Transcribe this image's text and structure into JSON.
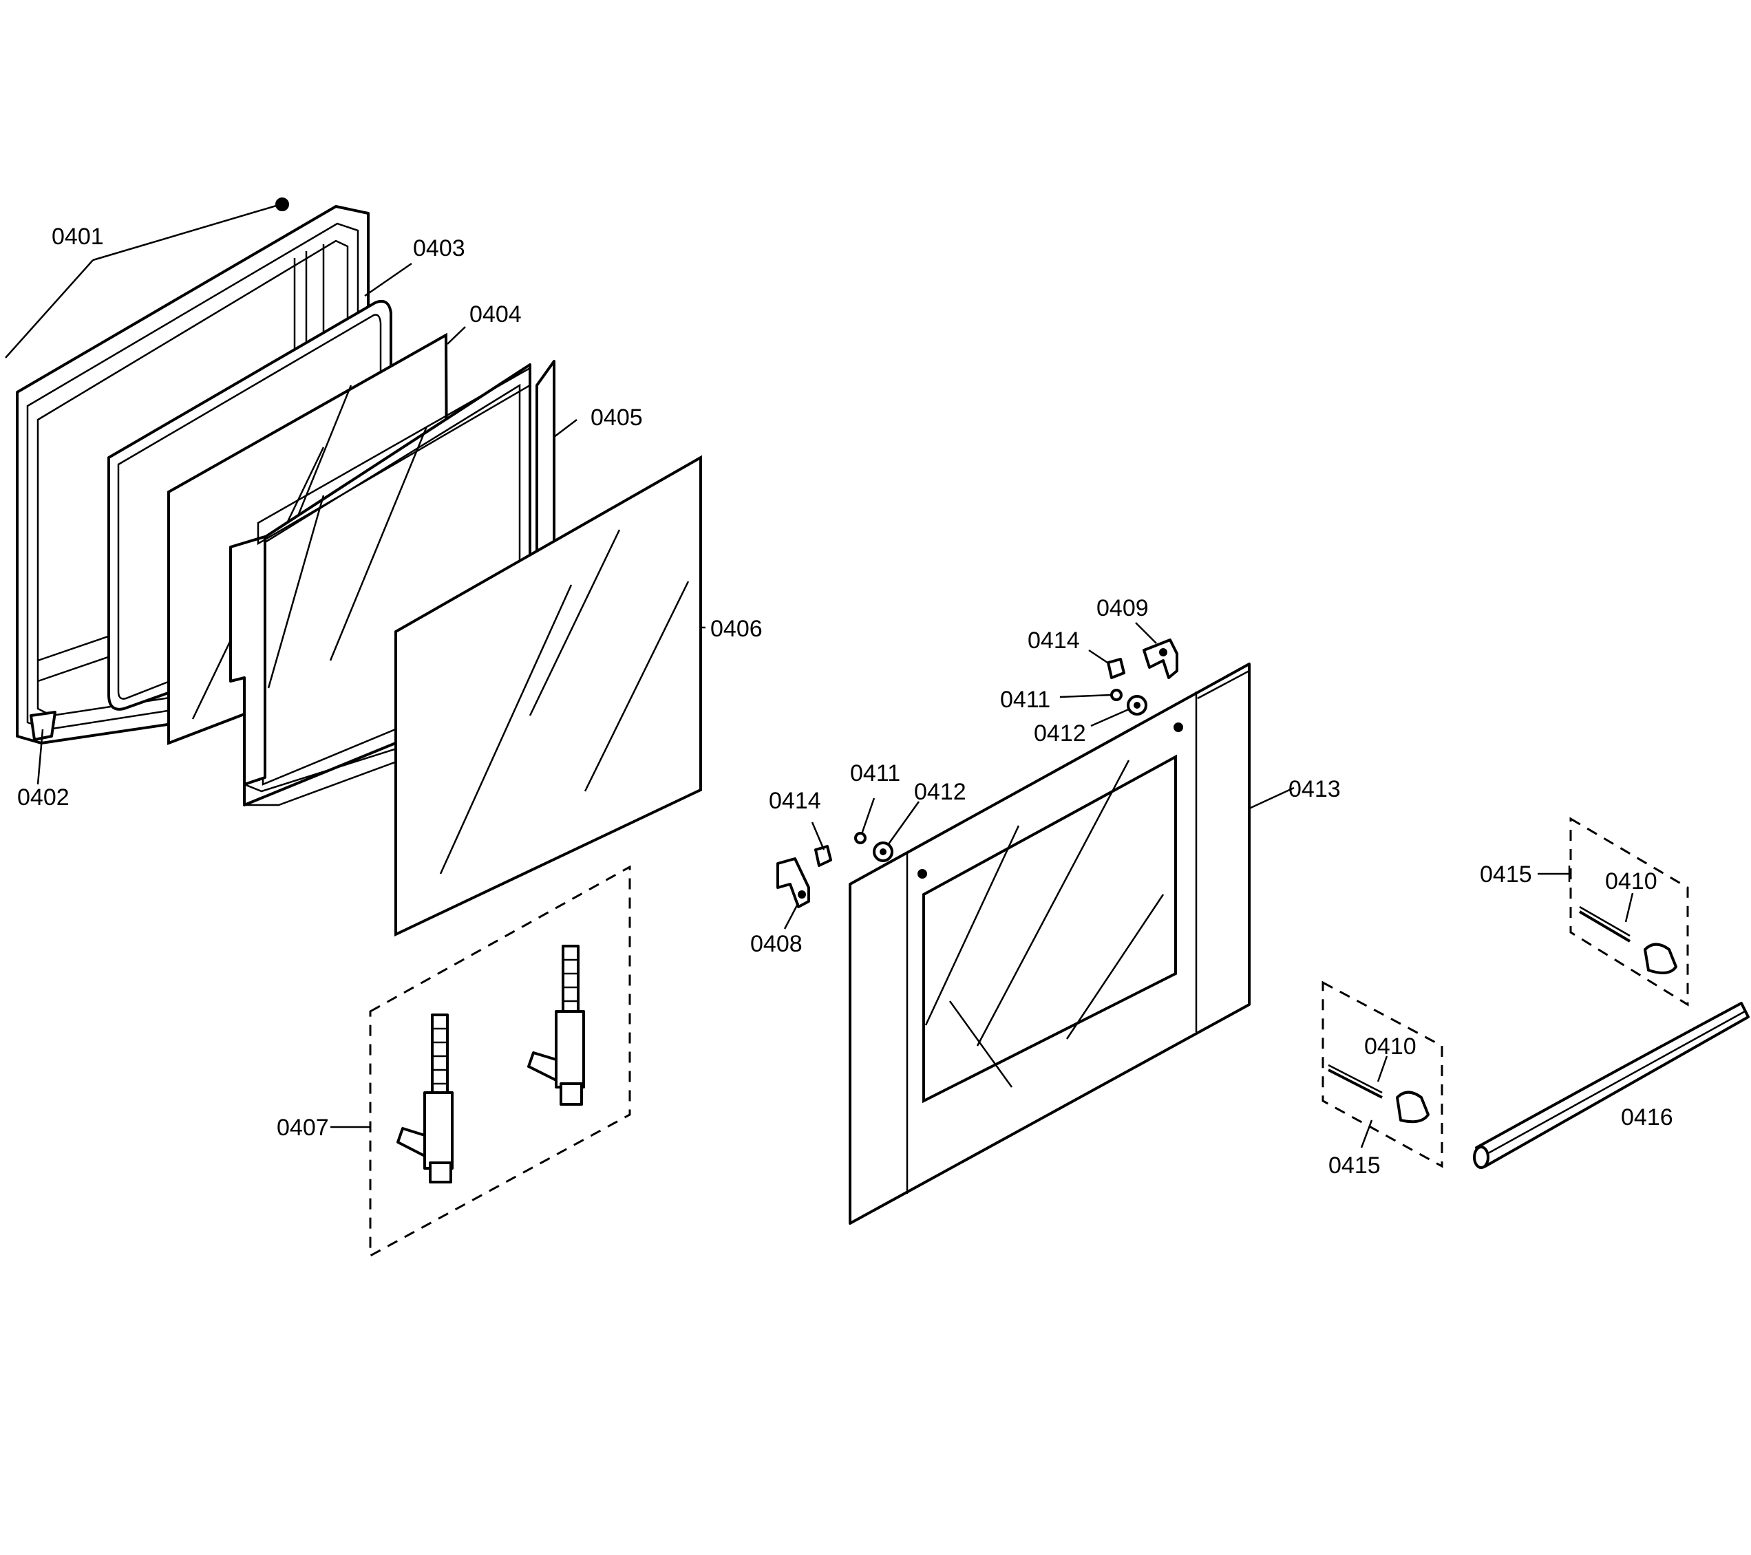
{
  "callouts": {
    "c0401": "0401",
    "c0402": "0402",
    "c0403": "0403",
    "c0404": "0404",
    "c0405": "0405",
    "c0406": "0406",
    "c0407": "0407",
    "c0408": "0408",
    "c0409": "0409",
    "c0410a": "0410",
    "c0410b": "0410",
    "c0411a": "0411",
    "c0411b": "0411",
    "c0412a": "0412",
    "c0412b": "0412",
    "c0413": "0413",
    "c0414a": "0414",
    "c0414b": "0414",
    "c0415a": "0415",
    "c0415b": "0415",
    "c0416": "0416"
  }
}
